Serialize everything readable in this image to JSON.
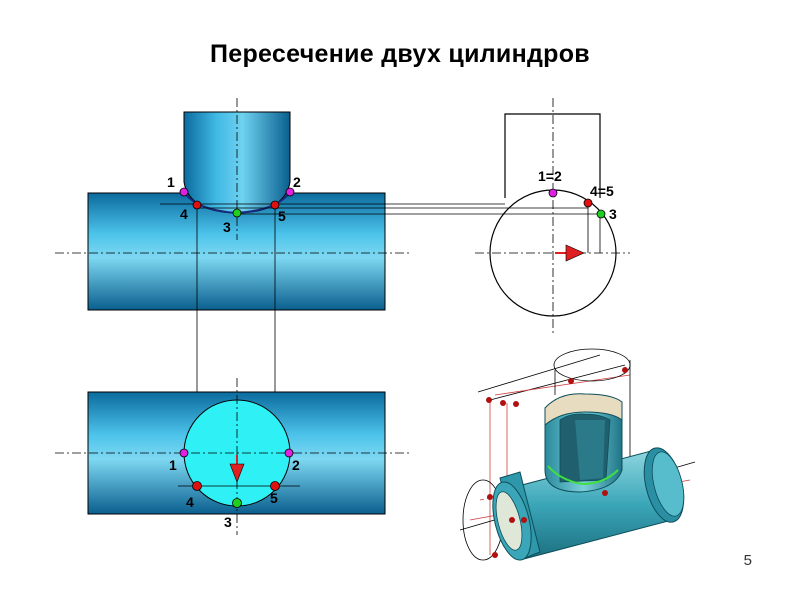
{
  "title": "Пересечение двух цилиндров",
  "page_number": "5",
  "colors": {
    "pipe_light": "#5ec8ec",
    "pipe_dark": "#0a6ea3",
    "hole_fill": "#2ff0f4",
    "point_magenta": "#e020e0",
    "point_red": "#e01010",
    "point_green": "#20d020",
    "arrow_red": "#e02020",
    "model_teal": "#3aa6b8",
    "model_inner": "#e8dcc0"
  },
  "front_view": {
    "labels": {
      "p1": "1",
      "p2": "2",
      "p3": "3",
      "p4": "4",
      "p5": "5"
    }
  },
  "side_view": {
    "labels": {
      "p12": "1=2",
      "p45": "4=5",
      "p3": "3"
    }
  },
  "top_view": {
    "labels": {
      "p1": "1",
      "p2": "2",
      "p3": "3",
      "p4": "4",
      "p5": "5"
    }
  },
  "isometric_view": {
    "icon": "tee-pipe-3d-model"
  }
}
